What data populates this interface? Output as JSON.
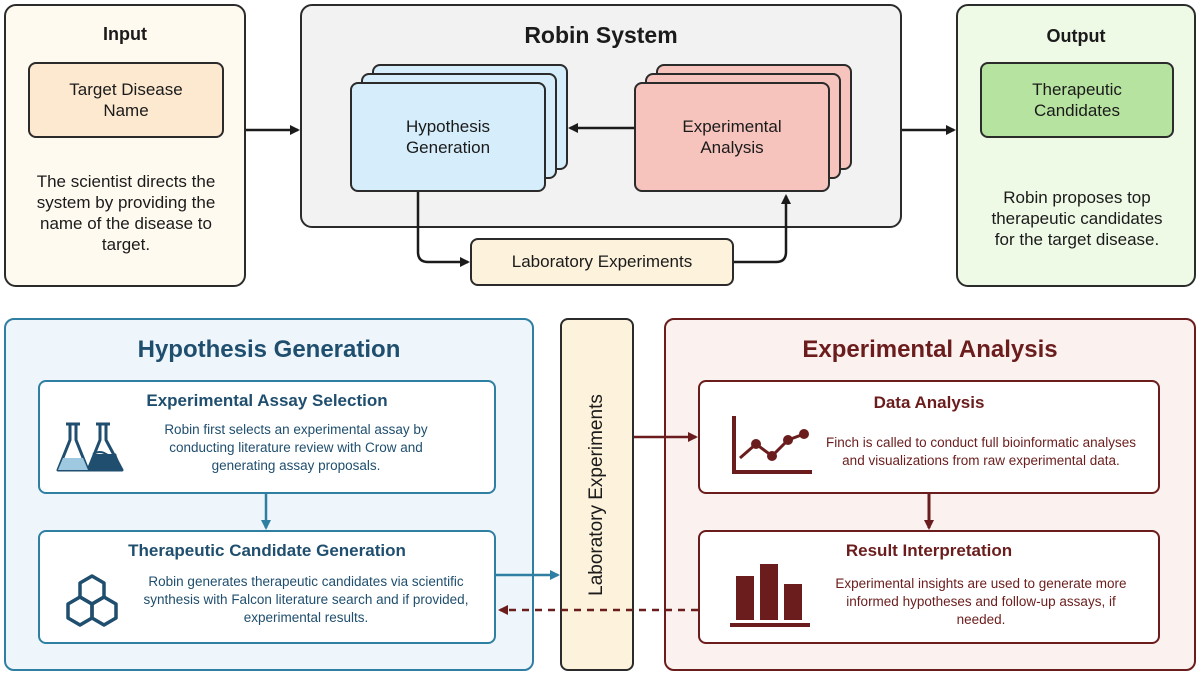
{
  "input": {
    "title": "Input",
    "box": "Target Disease Name",
    "desc": "The scientist directs the system by providing the name of the disease to target."
  },
  "robin": {
    "title": "Robin System",
    "hypothesis": "Hypothesis Generation",
    "experimental": "Experimental Analysis",
    "lab": "Laboratory Experiments"
  },
  "output": {
    "title": "Output",
    "box": "Therapeutic Candidates",
    "desc": "Robin proposes top therapeutic candidates for the target disease."
  },
  "hypothesis_panel": {
    "title": "Hypothesis Generation",
    "assay": {
      "title": "Experimental Assay Selection",
      "desc": "Robin first selects an experimental assay by conducting literature review with Crow and generating assay proposals."
    },
    "candidate": {
      "title": "Therapeutic Candidate Generation",
      "desc": "Robin generates therapeutic candidates via scientific synthesis with Falcon literature search and if provided, experimental results."
    }
  },
  "lab_column": {
    "label": "Laboratory Experiments"
  },
  "analysis_panel": {
    "title": "Experimental Analysis",
    "data": {
      "title": "Data Analysis",
      "desc": "Finch is called to conduct full bioinformatic analyses and visualizations from raw experimental data."
    },
    "result": {
      "title": "Result Interpretation",
      "desc": "Experimental insights are used to generate more informed hypotheses and follow-up assays, if needed."
    }
  },
  "colors": {
    "blue_dark": "#1f4e6e",
    "blue_line": "#2f7fa3",
    "maroon": "#6b1d1d",
    "input_bg": "#fffaf0",
    "robin_bg": "#f2f2f2",
    "output_bg": "#eef9e6",
    "hyp_bg": "#d6eefb",
    "exp_bg": "#f6c4bd",
    "lab_bg": "#fdf2dc",
    "green_box": "#b6e3a0"
  },
  "icons": [
    "flask-icon",
    "molecule-icon",
    "line-chart-icon",
    "bar-chart-icon"
  ]
}
